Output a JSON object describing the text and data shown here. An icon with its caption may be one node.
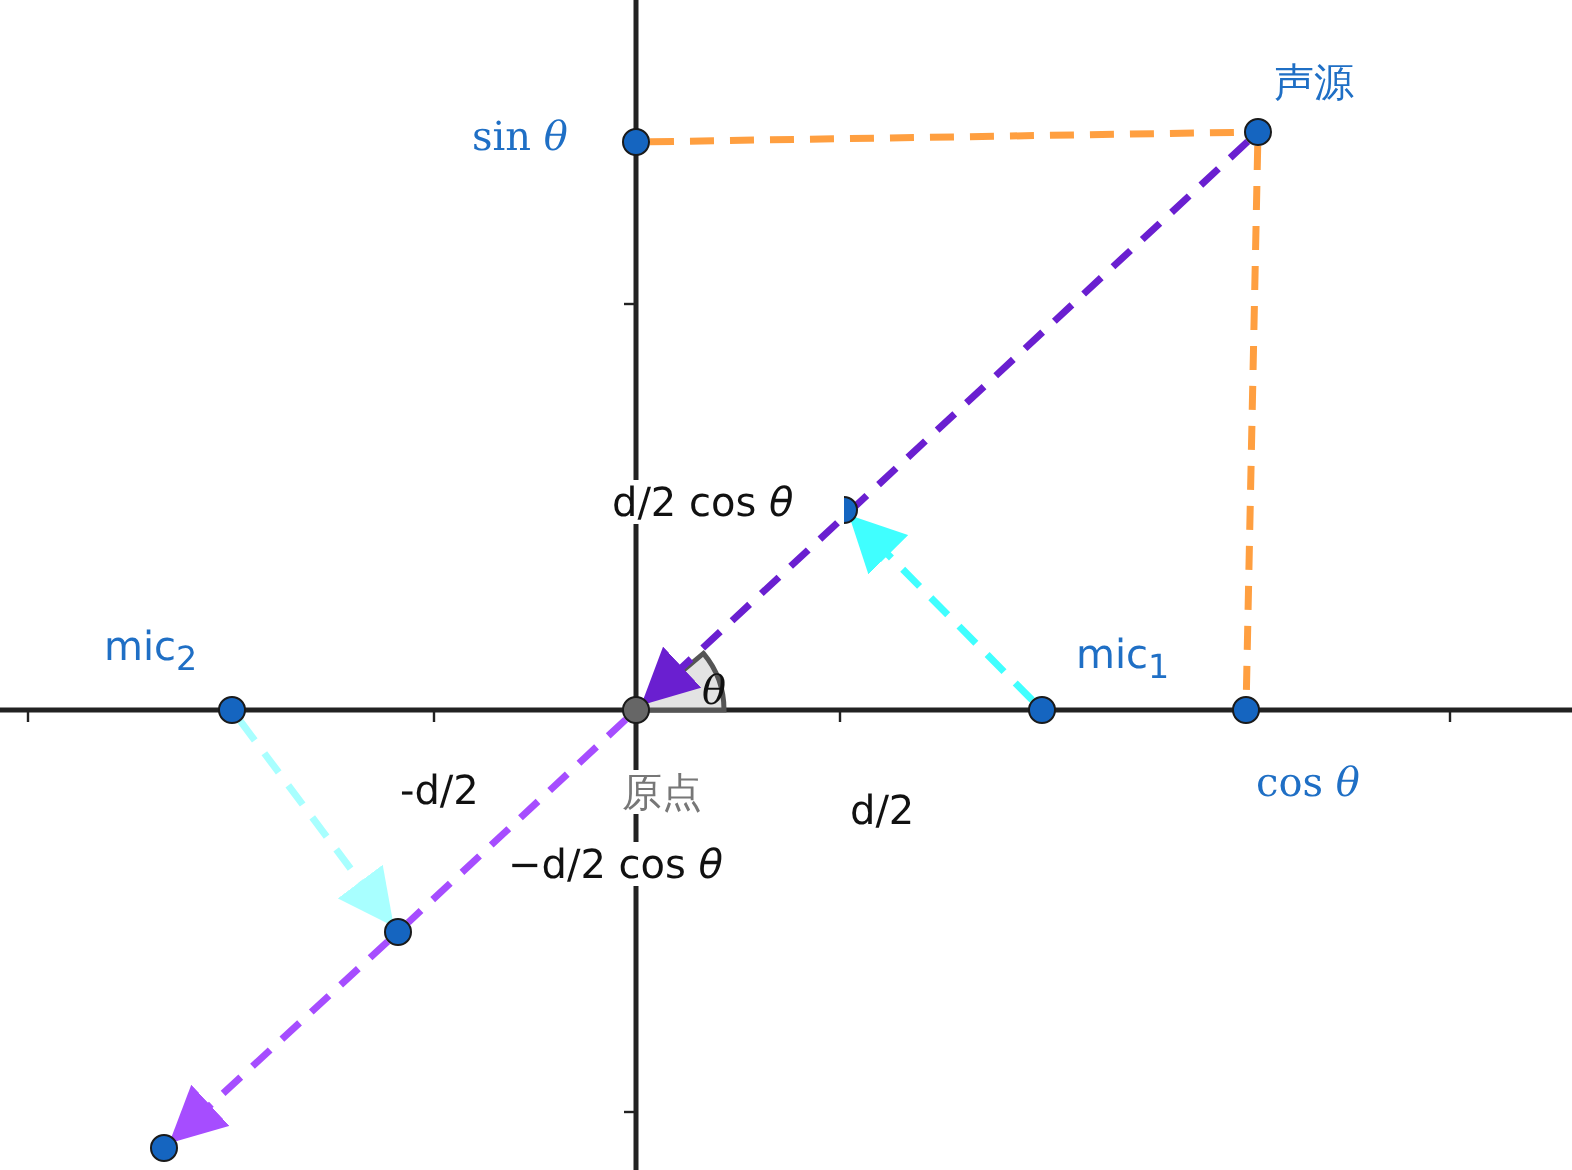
{
  "diagram": {
    "nodes": [
      {
        "text": [
          "声源"
        ]
      },
      {
        "text": [
          "sin *θ*"
        ]
      },
      {
        "text": [
          "d/2 cos *θ*"
        ]
      },
      {
        "text": [
          "mic$_{1}$"
        ]
      },
      {
        "text": [
          "cos *θ*"
        ]
      },
      {
        "text": [
          "mic$_{2}$"
        ]
      },
      {
        "text": [
          "原点"
        ]
      },
      {
        "text": [
          "−d/2 cos *θ*"
        ]
      },
      {
        "text": [],
        "shape": "circle"
      }
    ],
    "edges": [
      {
        "from": 1,
        "to": 0,
        "arrow": "none",
        "style": "dashed",
        "color": "#ff9f40"
      },
      {
        "from": 0,
        "to": 4,
        "arrow": "none",
        "style": "dashed",
        "color": "#ff9f40"
      },
      {
        "from": 0,
        "to": 6,
        "arrow": "to",
        "style": "dashed",
        "color": "#6a1fd0"
      },
      {
        "from": 3,
        "to": 2,
        "arrow": "to",
        "style": "dashed",
        "color": "#40ffff"
      },
      {
        "from": 6,
        "to": 7,
        "arrow": "none",
        "style": "dashed",
        "color": "#a64dff"
      },
      {
        "from": 7,
        "to": 8,
        "arrow": "to",
        "style": "dashed",
        "color": "#a64dff"
      },
      {
        "from": 5,
        "to": 7,
        "arrow": "to",
        "style": "dashed",
        "color": "#a8ffff"
      }
    ],
    "labels": [
      "θ",
      "-d/2",
      "d/2"
    ]
  }
}
